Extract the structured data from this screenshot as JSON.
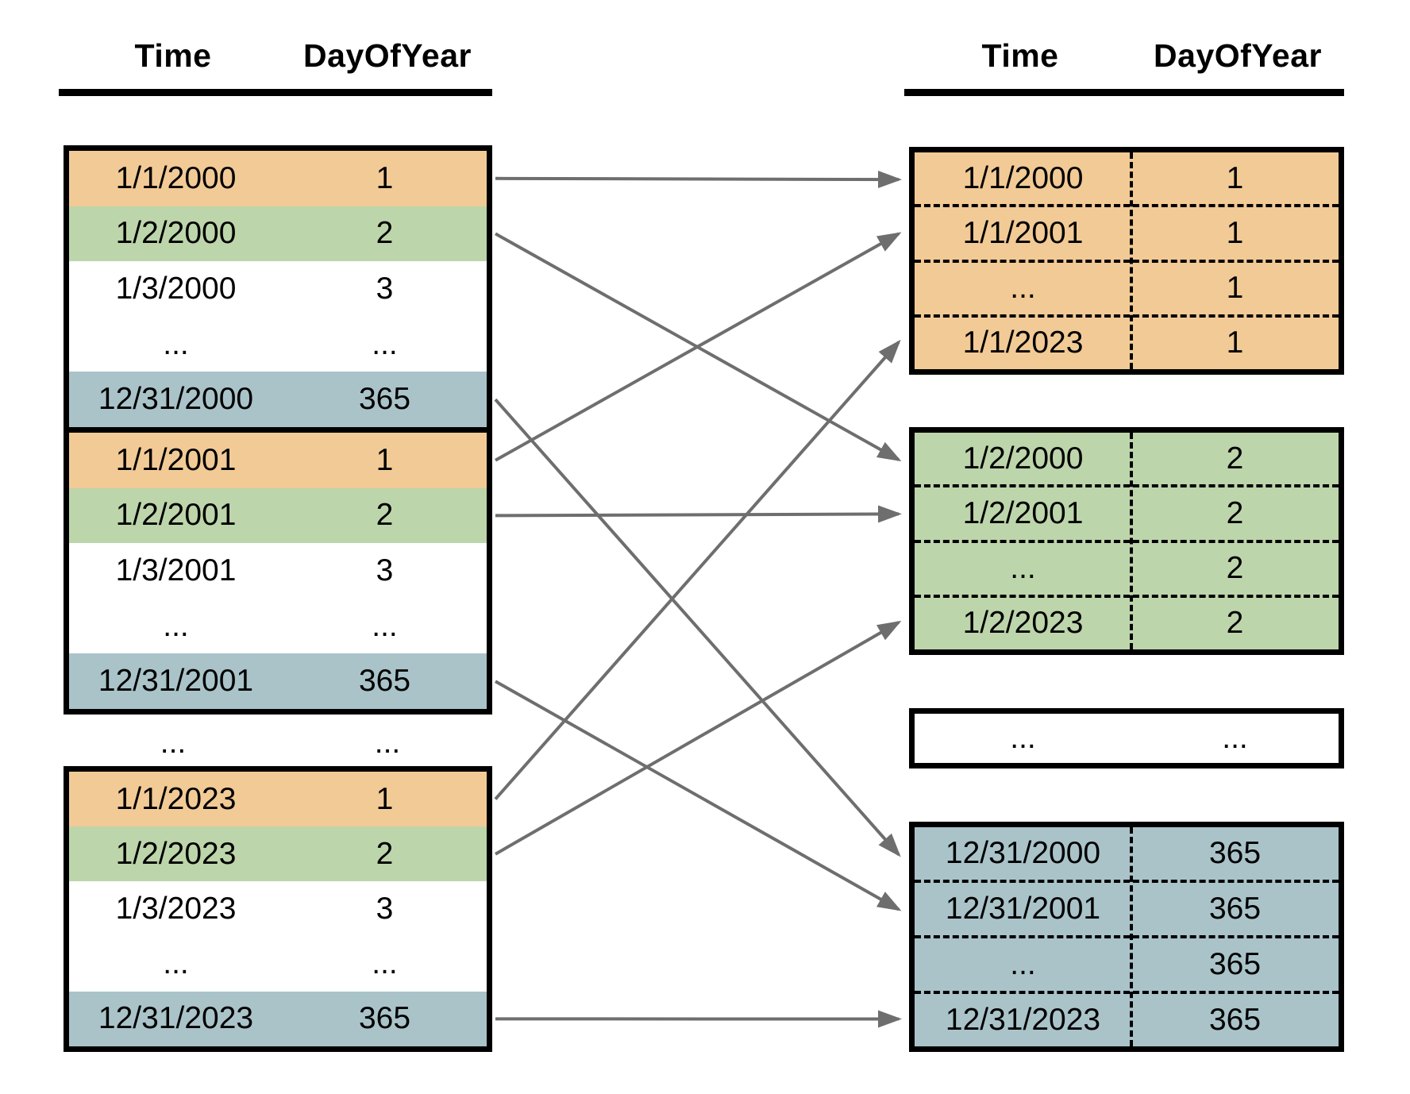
{
  "left_panel": {
    "header": {
      "time": "Time",
      "day": "DayOfYear"
    },
    "blocks": [
      {
        "name": "year-2000",
        "rows": [
          {
            "time": "1/1/2000",
            "day": "1",
            "color": "orange"
          },
          {
            "time": "1/2/2000",
            "day": "2",
            "color": "green"
          },
          {
            "time": "1/3/2000",
            "day": "3",
            "color": "white"
          },
          {
            "time": "...",
            "day": "...",
            "color": "white"
          },
          {
            "time": "12/31/2000",
            "day": "365",
            "color": "blue"
          }
        ]
      },
      {
        "name": "year-2001",
        "rows": [
          {
            "time": "1/1/2001",
            "day": "1",
            "color": "orange"
          },
          {
            "time": "1/2/2001",
            "day": "2",
            "color": "green"
          },
          {
            "time": "1/3/2001",
            "day": "3",
            "color": "white"
          },
          {
            "time": "...",
            "day": "...",
            "color": "white"
          },
          {
            "time": "12/31/2001",
            "day": "365",
            "color": "blue"
          }
        ]
      },
      {
        "name": "year-2023",
        "rows": [
          {
            "time": "1/1/2023",
            "day": "1",
            "color": "orange"
          },
          {
            "time": "1/2/2023",
            "day": "2",
            "color": "green"
          },
          {
            "time": "1/3/2023",
            "day": "3",
            "color": "white"
          },
          {
            "time": "...",
            "day": "...",
            "color": "white"
          },
          {
            "time": "12/31/2023",
            "day": "365",
            "color": "blue"
          }
        ]
      }
    ],
    "ellipsis_row": {
      "time": "...",
      "day": "..."
    }
  },
  "right_panel": {
    "header": {
      "time": "Time",
      "day": "DayOfYear"
    },
    "groups": [
      {
        "name": "day-1",
        "color": "orange",
        "rows": [
          {
            "time": "1/1/2000",
            "day": "1"
          },
          {
            "time": "1/1/2001",
            "day": "1"
          },
          {
            "time": "...",
            "day": "1"
          },
          {
            "time": "1/1/2023",
            "day": "1"
          }
        ]
      },
      {
        "name": "day-2",
        "color": "green",
        "rows": [
          {
            "time": "1/2/2000",
            "day": "2"
          },
          {
            "time": "1/2/2001",
            "day": "2"
          },
          {
            "time": "...",
            "day": "2"
          },
          {
            "time": "1/2/2023",
            "day": "2"
          }
        ]
      },
      {
        "name": "ellipsis",
        "color": "white",
        "rows": [
          {
            "time": "...",
            "day": "..."
          }
        ]
      },
      {
        "name": "day-365",
        "color": "blue",
        "rows": [
          {
            "time": "12/31/2000",
            "day": "365"
          },
          {
            "time": "12/31/2001",
            "day": "365"
          },
          {
            "time": "...",
            "day": "365"
          },
          {
            "time": "12/31/2023",
            "day": "365"
          }
        ]
      }
    ]
  },
  "arrows": [
    {
      "from_block": 0,
      "from_row": 0,
      "to_group": 0,
      "to_row": 0
    },
    {
      "from_block": 0,
      "from_row": 1,
      "to_group": 1,
      "to_row": 0
    },
    {
      "from_block": 0,
      "from_row": 4,
      "to_group": 3,
      "to_row": 0
    },
    {
      "from_block": 1,
      "from_row": 0,
      "to_group": 0,
      "to_row": 1
    },
    {
      "from_block": 1,
      "from_row": 1,
      "to_group": 1,
      "to_row": 1
    },
    {
      "from_block": 1,
      "from_row": 4,
      "to_group": 3,
      "to_row": 1
    },
    {
      "from_block": 2,
      "from_row": 0,
      "to_group": 0,
      "to_row": 3
    },
    {
      "from_block": 2,
      "from_row": 1,
      "to_group": 1,
      "to_row": 3
    },
    {
      "from_block": 2,
      "from_row": 4,
      "to_group": 3,
      "to_row": 3
    }
  ],
  "colors": {
    "orange": "#F2CA96",
    "green": "#BDD5AA",
    "blue": "#A9C3C9",
    "white": "#FFFFFF",
    "arrow": "#6E6E6E",
    "border": "#000000"
  }
}
